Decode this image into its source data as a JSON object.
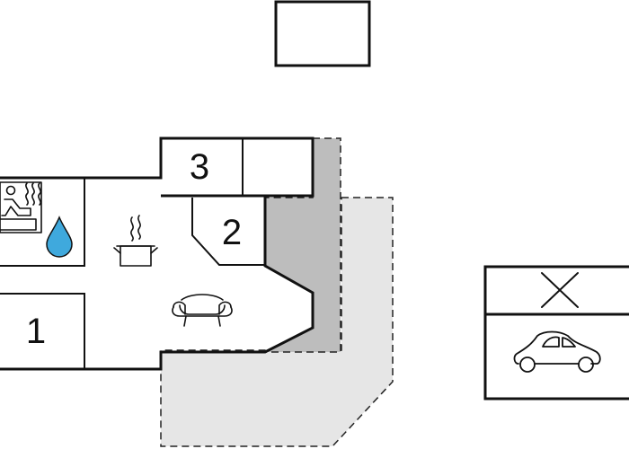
{
  "rooms": [
    {
      "id": "1",
      "label": "1"
    },
    {
      "id": "2",
      "label": "2"
    },
    {
      "id": "3",
      "label": "3"
    }
  ],
  "icons": [
    "sauna-icon",
    "water-drop-icon",
    "cooking-pot-icon",
    "sofa-icon",
    "car-icon",
    "crossed-box-icon"
  ],
  "colors": {
    "wall": "#111111",
    "terrace_dark": "#bdbdbd",
    "terrace_light": "#e6e6e6",
    "water_drop": "#3fa9dd"
  }
}
